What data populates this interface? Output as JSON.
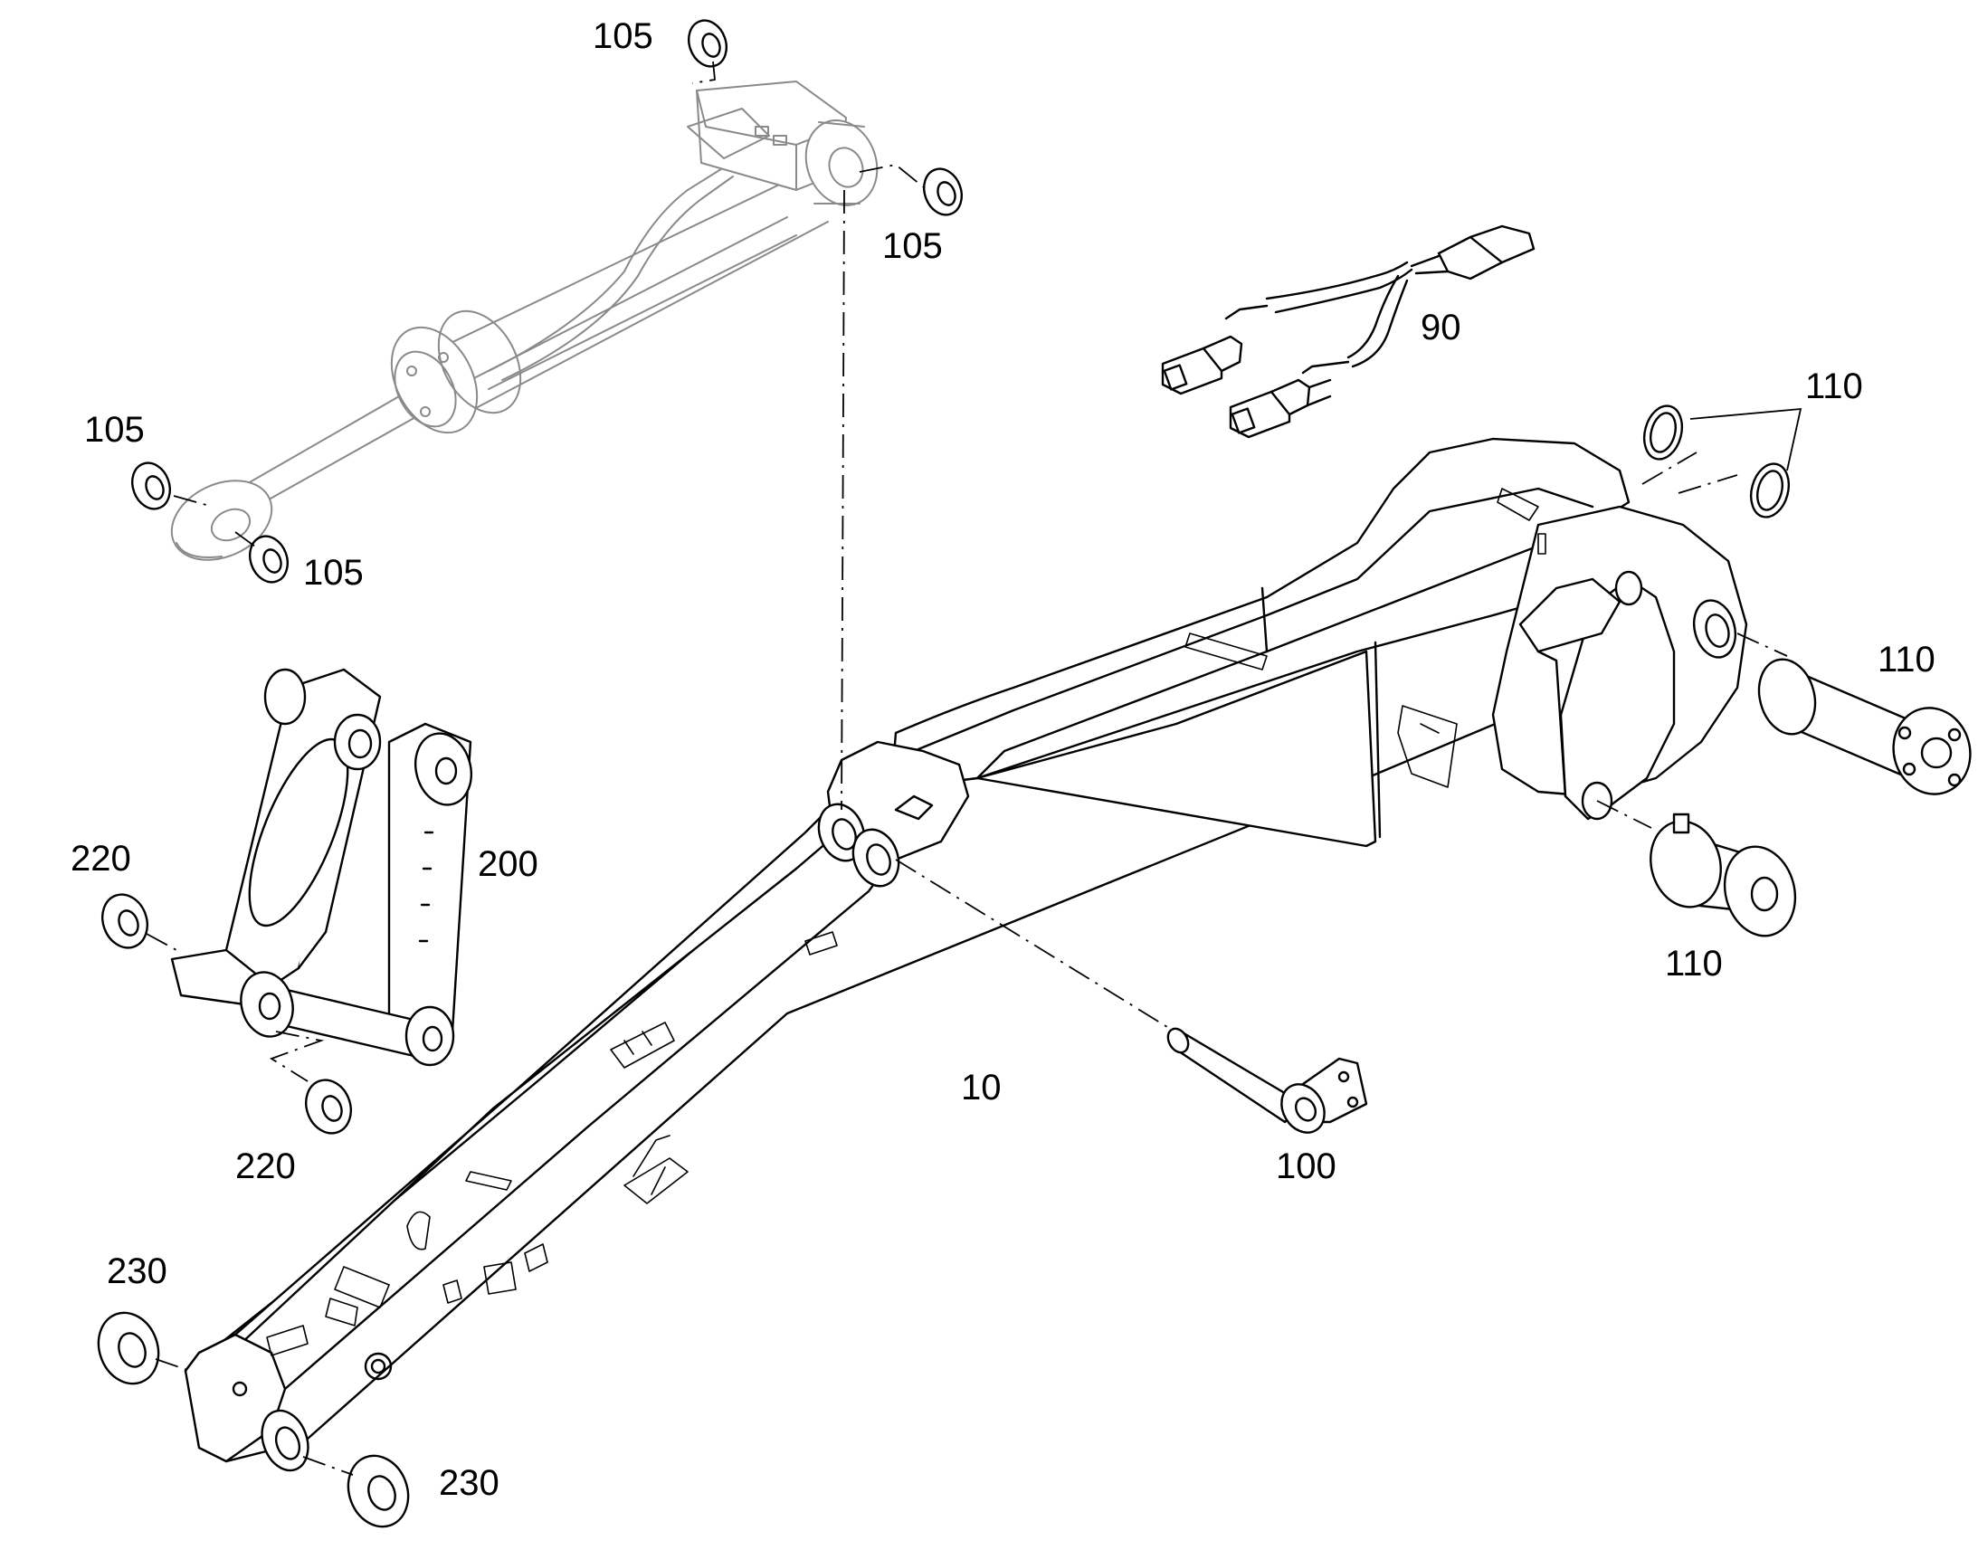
{
  "callouts": {
    "c105a": "105",
    "c105b": "105",
    "c105c": "105",
    "c105d": "105",
    "c90": "90",
    "c110a": "110",
    "c110b": "110",
    "c110c": "110",
    "c220a": "220",
    "c220b": "220",
    "c200": "200",
    "c10": "10",
    "c100": "100",
    "c230a": "230",
    "c230b": "230"
  },
  "colors": {
    "line": "#000000",
    "ghost": "#8a8a8a",
    "background": "#ffffff"
  }
}
